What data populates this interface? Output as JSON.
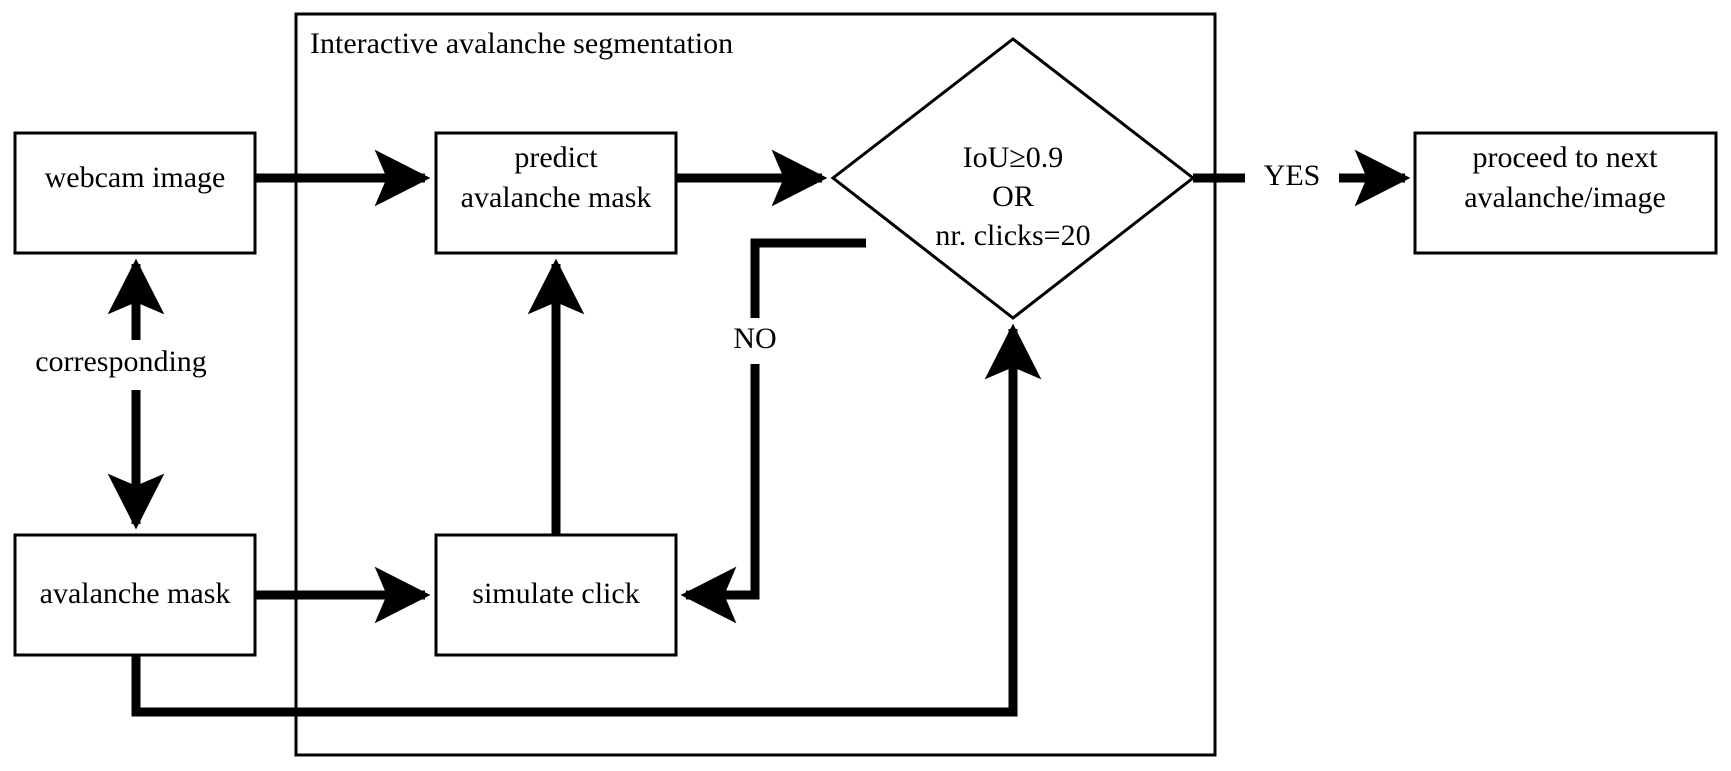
{
  "diagram": {
    "title_text": "Interactive avalanche segmentation",
    "group": {
      "label": "Interactive avalanche segmentation"
    },
    "nodes": [
      {
        "id": "webcam-image",
        "label": "webcam image",
        "shape": "rect"
      },
      {
        "id": "avalanche-mask",
        "label": "avalanche mask",
        "shape": "rect"
      },
      {
        "id": "predict-mask",
        "label_line1": "predict",
        "label_line2": "avalanche mask",
        "shape": "rect"
      },
      {
        "id": "simulate-click",
        "label": "simulate click",
        "shape": "rect"
      },
      {
        "id": "decision",
        "label_line1": "IoU≥0.9",
        "label_line2": "OR",
        "label_line3": "nr. clicks=20",
        "shape": "diamond"
      },
      {
        "id": "proceed-next",
        "label_line1": "proceed to next",
        "label_line2": "avalanche/image",
        "shape": "rect"
      }
    ],
    "edge_labels": {
      "corresponding": "corresponding",
      "yes": "YES",
      "no": "NO"
    },
    "colors": {
      "stroke": "#000000",
      "fill": "#ffffff",
      "text": "#000000"
    }
  }
}
